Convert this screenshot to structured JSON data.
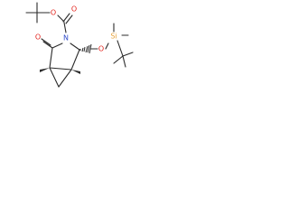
{
  "molecule": {
    "atoms": {
      "o_ester_dbl": "O",
      "o_ester": "O",
      "o_lactam": "O",
      "n_ring": "N",
      "o_ether": "O",
      "si": "Si"
    }
  },
  "colors": {
    "bond": "#2b2b2b",
    "oxygen": "#e3261f",
    "nitrogen": "#2d49c8",
    "silicon": "#e8a33a"
  }
}
